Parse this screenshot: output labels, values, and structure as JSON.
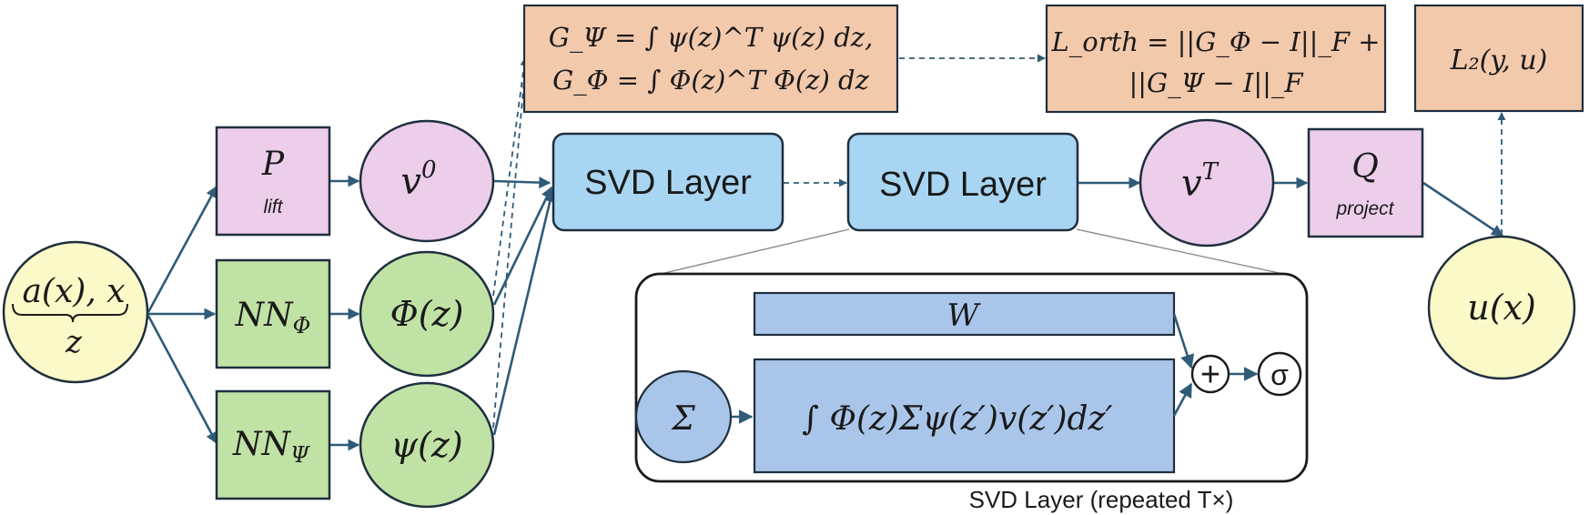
{
  "colors": {
    "yellow_fill": "#fbf9c7",
    "pink_fill": "#eccdea",
    "green_fill": "#c0e2a5",
    "blue_layer_fill": "#a8d6f2",
    "blue_inner_fill": "#a9c6ea",
    "orange_fill": "#f3c9ac",
    "edge": "#2f5b78",
    "outline": "#1f2f3f"
  },
  "nodes": {
    "input": {
      "line1": "a(x), x",
      "line2": "z"
    },
    "lift": {
      "symbol": "P",
      "caption": "lift"
    },
    "nn_phi": {
      "base": "NN",
      "sub": "Φ"
    },
    "nn_psi": {
      "base": "NN",
      "sub": "Ψ"
    },
    "v0": {
      "base": "v",
      "sup": "0"
    },
    "phi_z": {
      "label": "Φ(z)"
    },
    "psi_z": {
      "label": "ψ(z)"
    },
    "svd1": {
      "label": "SVD Layer"
    },
    "svd2": {
      "label": "SVD Layer"
    },
    "vT": {
      "base": "v",
      "sup": "T"
    },
    "project": {
      "symbol": "Q",
      "caption": "project"
    },
    "output": {
      "label": "u(x)"
    },
    "gram": {
      "line1": "G_Ψ = ∫ ψ(z)^T ψ(z) dz,",
      "line2": "G_Φ = ∫ Φ(z)^T Φ(z) dz"
    },
    "orth": {
      "line1": "L_orth = ||G_Φ − I||_F +",
      "line2": "||G_Ψ − I||_F"
    },
    "l2": {
      "label": "L₂(y, u)"
    }
  },
  "detail": {
    "w_label": "W",
    "sigma_label": "Σ",
    "integral_label": "∫  Φ(z)Σψ(z′)v(z′)dz′",
    "plus_label": "+",
    "activation_label": "σ",
    "caption": "SVD Layer (repeated T×)"
  }
}
